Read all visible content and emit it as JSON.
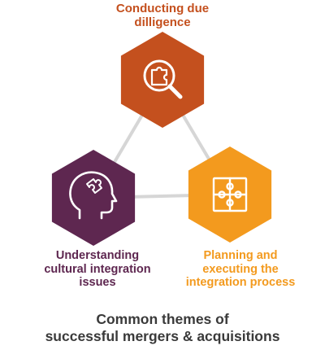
{
  "nodes": [
    {
      "label_line1": "Conducting due",
      "label_line2": "dilligence",
      "icon": "puzzle-magnifier-icon",
      "color": "#C4501E",
      "label_color": "#C4501E"
    },
    {
      "label_line1": "Understanding",
      "label_line2": "cultural integration",
      "label_line3": "issues",
      "icon": "head-puzzle-icon",
      "color": "#5E2750",
      "label_color": "#5E2750"
    },
    {
      "label_line1": "Planning and",
      "label_line2": "executing the",
      "label_line3": "integration process",
      "icon": "puzzle-pieces-icon",
      "color": "#F39A1E",
      "label_color": "#F39A1E"
    }
  ],
  "caption": {
    "line1": "Common themes of",
    "line2": "successful mergers & acquisitions",
    "color": "#3A3A3A"
  },
  "connector_color": "#D6D6D6"
}
